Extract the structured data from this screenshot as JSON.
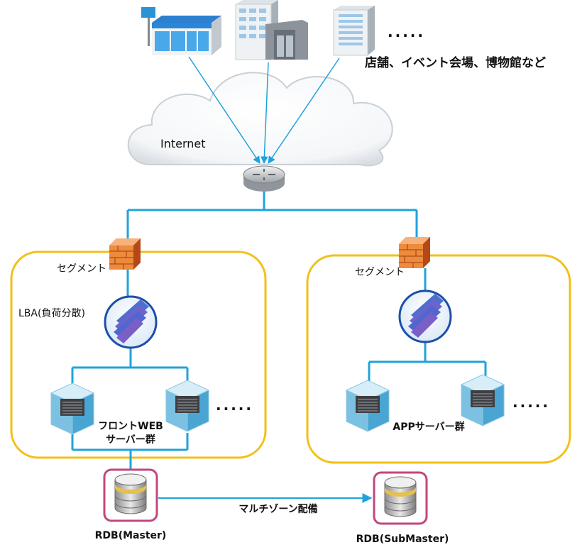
{
  "top": {
    "dots": ".....",
    "caption": "店舗、イベント会場、博物館など"
  },
  "cloud": {
    "label": "Internet"
  },
  "left_segment": {
    "label": "セグメント",
    "lba_label": "LBA(負荷分散)",
    "servers_label_line1": "フロントWEB",
    "servers_label_line2": "サーバー群",
    "dots": "....."
  },
  "right_segment": {
    "label": "セグメント",
    "servers_label": "APPサーバー群",
    "dots": "....."
  },
  "db": {
    "master_label": "RDB(Master)",
    "submaster_label": "RDB(SubMaster)",
    "replication_label": "マルチゾーン配備"
  },
  "colors": {
    "link": "#1fa3dc",
    "segment_border": "#f2c018",
    "db_border": "#c2467e",
    "firewall": "#e8772e"
  }
}
